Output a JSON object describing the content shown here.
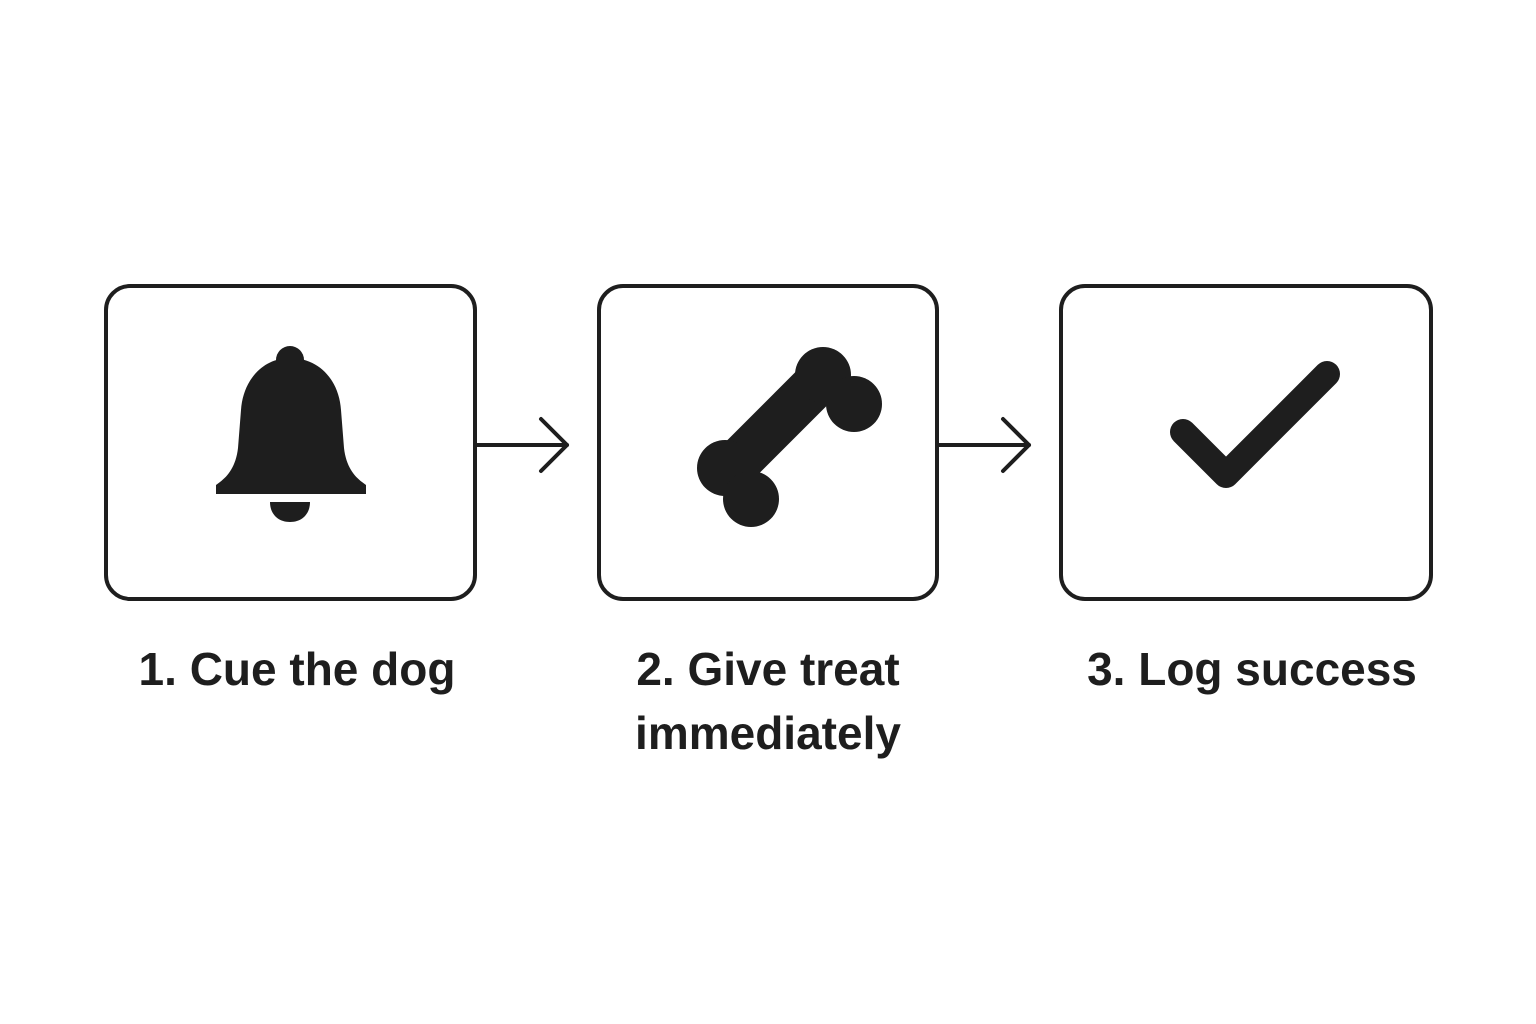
{
  "steps": [
    {
      "label": "1. Cue the dog",
      "icon": "bell-icon"
    },
    {
      "label": "2. Give treat immediately",
      "icon": "bone-icon"
    },
    {
      "label": "3. Log success",
      "icon": "checkmark-icon"
    }
  ],
  "colors": {
    "ink": "#1e1e1e",
    "background": "#ffffff"
  }
}
